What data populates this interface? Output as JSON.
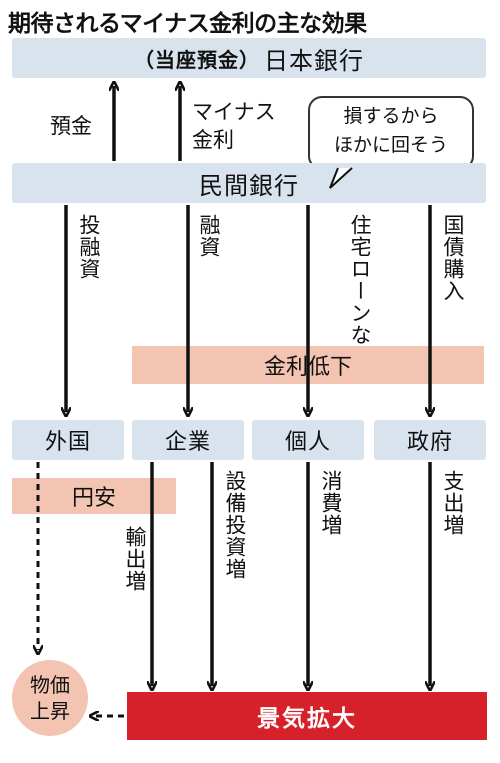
{
  "title": "期待されるマイナス金利の主な効果",
  "boj": {
    "note": "（当座預金）",
    "name": "日本銀行"
  },
  "arrow_labels": {
    "deposit": "預金",
    "negative_rate": "マイナス\n金利"
  },
  "bubble": "損するから\nほかに回そう",
  "private_banks": "民間銀行",
  "channels": {
    "investment_loans": "投融資",
    "loans": "融資",
    "housing": "住宅ローンなど",
    "jgb": "国債購入"
  },
  "rate_down": "金利低下",
  "sectors": {
    "overseas": "外国",
    "companies": "企業",
    "individuals": "個人",
    "government": "政府"
  },
  "yen_weak": "円安",
  "effects": {
    "exports": "輸出増",
    "capex": "設備投資増",
    "consumption": "消費増",
    "spending": "支出増"
  },
  "prices": {
    "line1": "物価",
    "line2": "上昇"
  },
  "expansion": "景気拡大",
  "colors": {
    "bar": "#d8e3ee",
    "pink": "#f4c4b2",
    "red": "#d7212a"
  }
}
